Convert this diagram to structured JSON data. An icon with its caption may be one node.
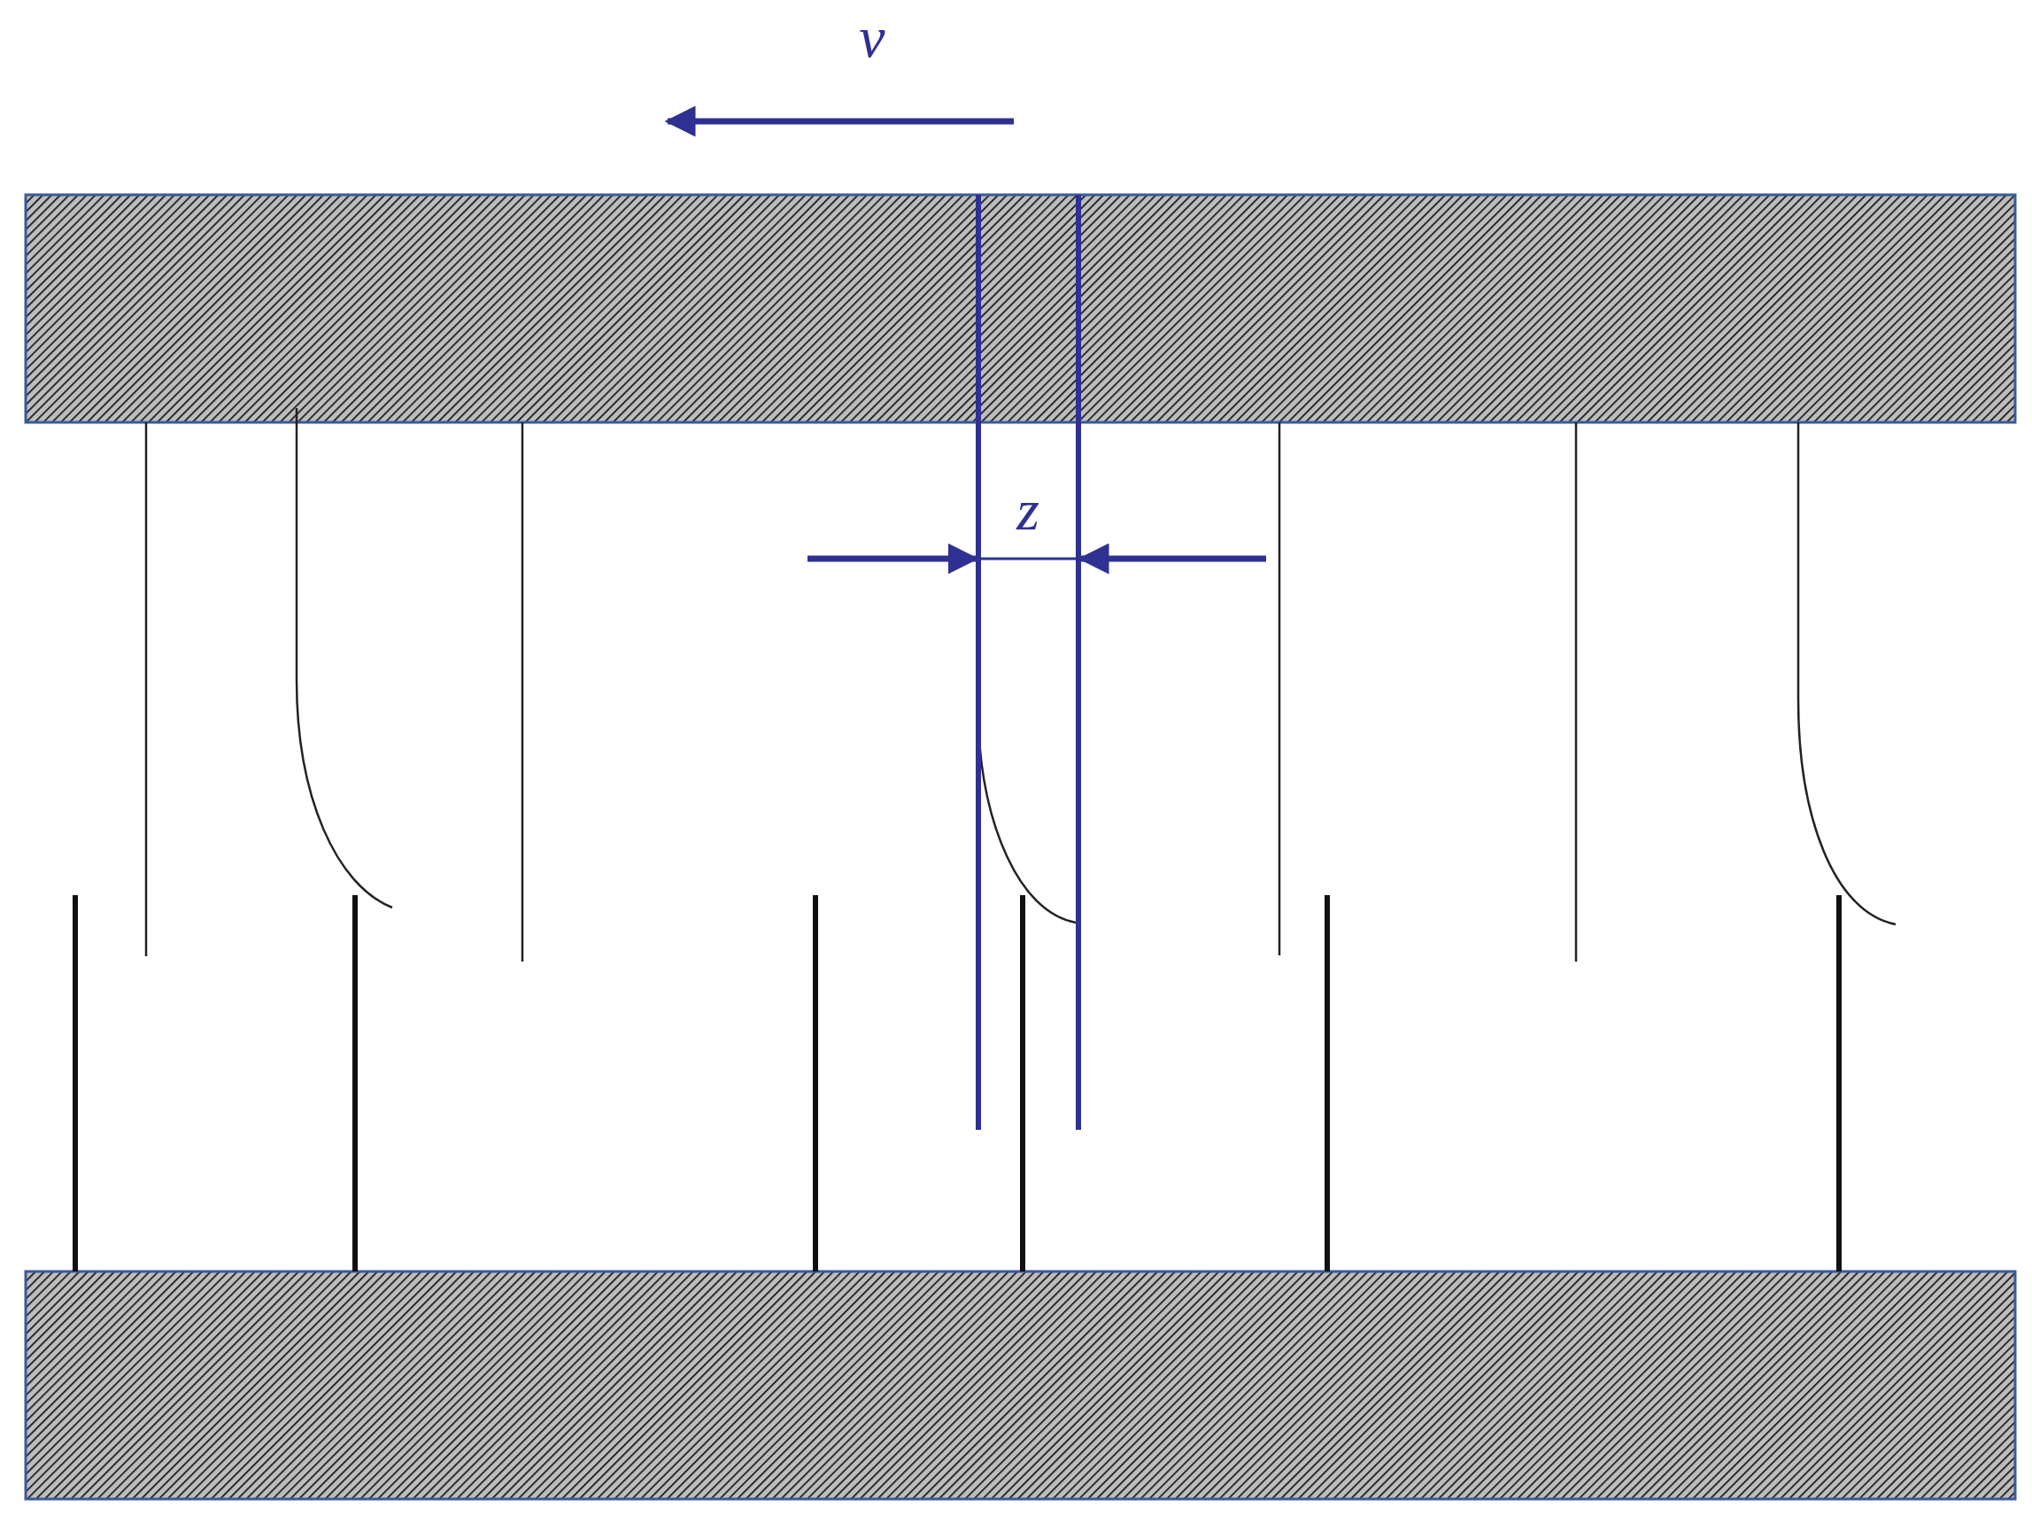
{
  "diagram": {
    "nodes": [
      {
        "text": [],
        "shape": "bar"
      },
      {
        "text": [],
        "shape": "bar"
      }
    ],
    "labels": [
      "v",
      "z"
    ]
  }
}
